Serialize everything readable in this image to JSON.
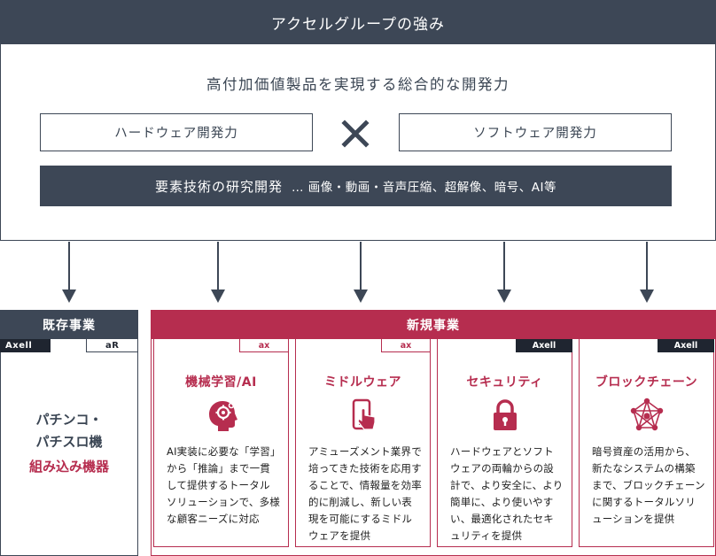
{
  "header": {
    "title": "アクセルグループの強み"
  },
  "top": {
    "tagline": "高付加価値製品を実現する総合的な開発力",
    "hardware": "ハードウェア開発力",
    "software": "ソフトウェア開発力",
    "tech_main": "要素技術の研究開発",
    "tech_sub": "… 画像・動画・音声圧縮、超解像、暗号、AI等"
  },
  "existing": {
    "header": "既存事業",
    "logo1": "Axell",
    "logo2": "aR",
    "line1": "パチンコ・",
    "line2": "パチスロ機",
    "highlight": "組み込み機器"
  },
  "new_business": {
    "header": "新規事業",
    "cards": [
      {
        "logo": "ax",
        "title": "機械学習/AI",
        "icon": "ai-head-gear-icon",
        "text": "AI実装に必要な「学習」から「推論」まで一貫して提供するトータルソリューションで、多様な顧客ニーズに対応"
      },
      {
        "logo": "ax",
        "title": "ミドルウェア",
        "icon": "smartphone-touch-icon",
        "text": "アミューズメント業界で培ってきた技術を応用することで、情報量を効率的に削減し、新しい表現を可能にするミドルウェアを提供"
      },
      {
        "logo": "Axell",
        "title": "セキュリティ",
        "icon": "padlock-icon",
        "text": "ハードウェアとソフトウェアの両輪からの設計で、より安全に、より簡単に、より使いやすい、最適化されたセキュリティを提供"
      },
      {
        "logo": "Axell",
        "title": "ブロックチェーン",
        "icon": "network-nodes-icon",
        "text": "暗号資産の活用から、新たなシステムの構築まで、ブロックチェーンに関するトータルソリューションを提供"
      }
    ]
  },
  "colors": {
    "navy": "#3d4756",
    "accent": "#b62d4f"
  }
}
